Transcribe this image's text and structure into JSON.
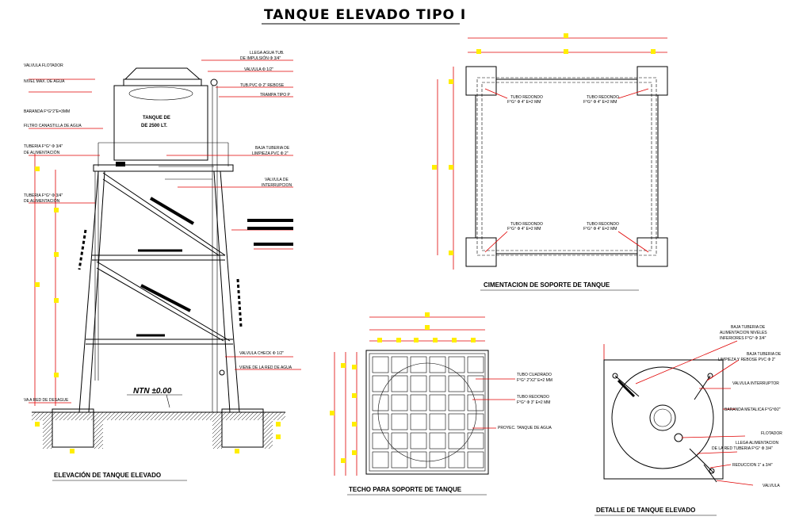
{
  "title": "TANQUE ELEVADO TIPO I",
  "elevation": {
    "caption": "ELEVACIÓN DE TANQUE ELEVADO",
    "tank_label_1": "TANQUE DE",
    "tank_label_2": "DE 2500 LT.",
    "level_label": "NTN ±0.00",
    "left_labels": [
      "VALVULA FLOTADOR",
      "NIVEL MAX. DE AGUA",
      "BARANDA F°G°2\"E=3MM",
      "FILTRO CANASTILLA DE AGUA",
      "TUBERIA F°G° Φ 3/4\"",
      "DE ALIMENTACIÓN",
      "TUBERIA F°G° Φ 3/4\"",
      "DE ALIMENTACIÓN",
      "VA A RED DE DESAGUE"
    ],
    "right_labels": [
      "LLEGA AGUA TUB.",
      "DE IMPULSIÓN Φ 3/4\"",
      "VALVULA Φ 1/2\"",
      "TUB.PVC Φ 2\" REBOSE",
      "TRAMPA TIPO P",
      "BAJA TUBERIA DE",
      "LIMPIEZA PVC Φ 2\"",
      "VALVULA DE",
      "INTERRUPCION",
      "VALVULA CHECK Φ 1/2\"",
      "VIENE DE LA RED DE AGUA"
    ]
  },
  "foundation": {
    "caption": "CIMENTACION DE SOPORTE DE TANQUE",
    "tube_labels": [
      "TUBO REDONDO",
      "F°G° Φ 4\" E=2 MM"
    ]
  },
  "roof": {
    "caption": "TECHO PARA SOPORTE DE TANQUE",
    "labels": [
      "TUBO CUADRADO",
      "F°G° 2\"X2\" E=2 MM",
      "TUBO REDONDO",
      "F°G° Φ 3\" E=2 MM",
      "PROYEC. TANQUE DE AGUA"
    ]
  },
  "detail": {
    "caption": "DETALLE DE TANQUE ELEVADO",
    "labels": [
      "BAJA TUBERIA DE",
      "ALIMENTACION NIVELES",
      "INFERIORES F°G° Φ 3/4\"",
      "BAJA TUBERIA DE",
      "LIMPIEZA Y REBOSE PVC Φ 2\"",
      "VALVULA INTERRUPTOR",
      "BARANDA METALICA F°G°Φ2\"",
      "FLOTADOR",
      "LLEGA ALIMENTACION",
      "DE LA RED TUBERIA F°G° Φ 3/4\"",
      "REDUCCION 1\" a 3/4\"",
      "VALVULA"
    ]
  },
  "colors": {
    "line": "#000000",
    "dimension": "#e00000",
    "marker": "#ffee00"
  }
}
